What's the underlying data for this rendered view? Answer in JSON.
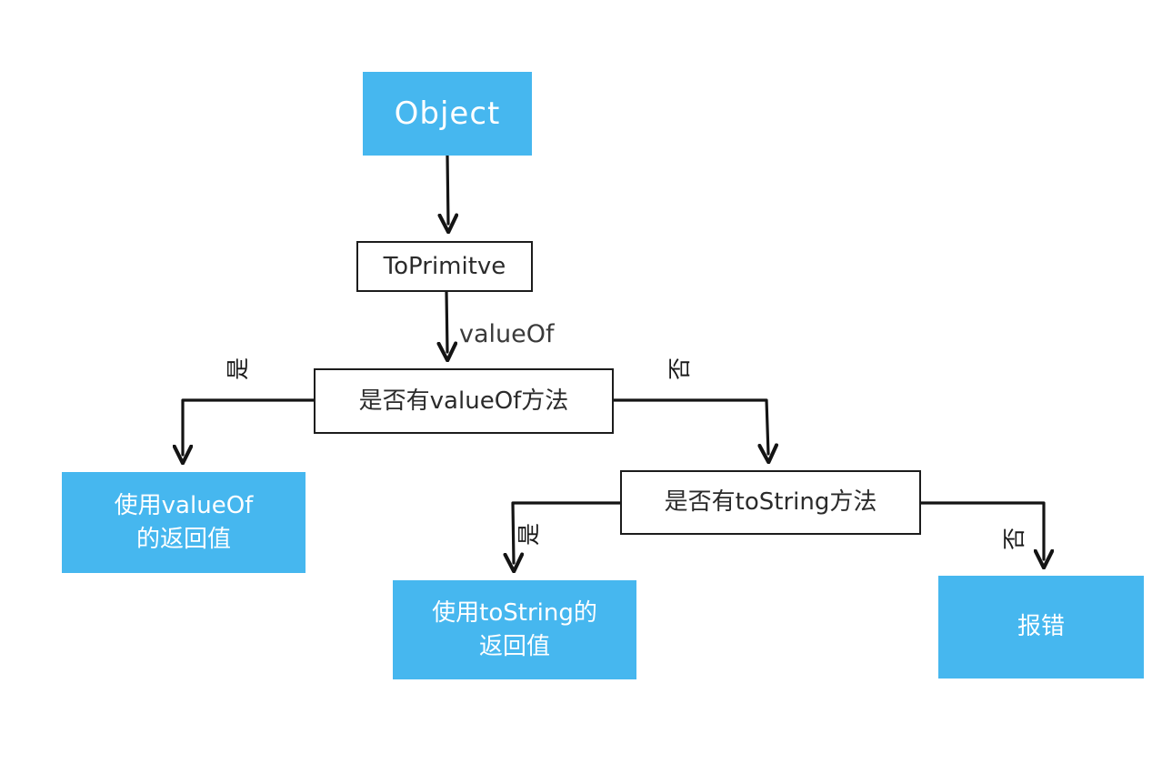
{
  "diagram": {
    "title_node": "Object",
    "colors": {
      "accent_blue": "#46b7ef",
      "stroke_dark": "#1c1c1c",
      "text_dark": "#2b2b2b",
      "text_light": "#ffffff",
      "background": "#ffffff"
    },
    "nodes": [
      {
        "id": "object",
        "label": "Object",
        "style": "blue"
      },
      {
        "id": "toprimitive",
        "label": "ToPrimitve",
        "style": "plain"
      },
      {
        "id": "has_valueof",
        "label": "是否有valueOf方法",
        "style": "plain"
      },
      {
        "id": "has_tostring",
        "label": "是否有toString方法",
        "style": "plain"
      },
      {
        "id": "use_valueof",
        "label_line1": "使用valueOf",
        "label_line2": "的返回值",
        "style": "blue"
      },
      {
        "id": "use_tostring",
        "label_line1": "使用toString的",
        "label_line2": "返回值",
        "style": "blue"
      },
      {
        "id": "throw_error",
        "label": "报错",
        "style": "blue"
      }
    ],
    "edge_labels": {
      "valueof": "valueOf",
      "yes_valueof": "是",
      "no_valueof": "否",
      "yes_tostring": "是",
      "no_tostring": "否"
    }
  }
}
